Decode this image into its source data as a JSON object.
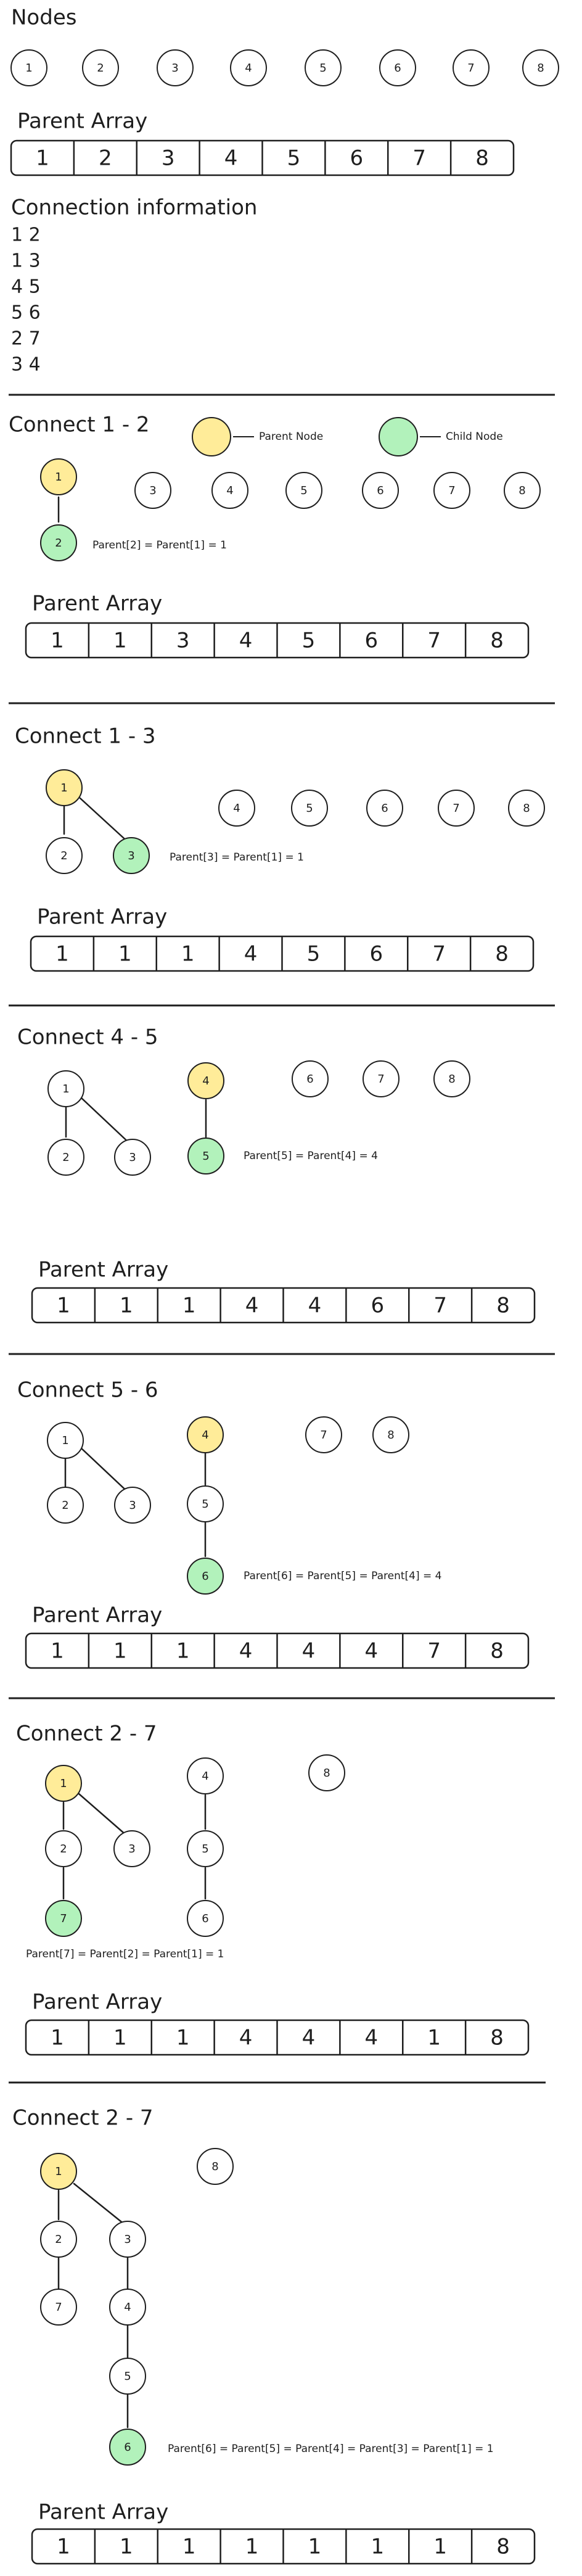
{
  "nodes_section": {
    "title": "Nodes",
    "nodes": [
      "1",
      "2",
      "3",
      "4",
      "5",
      "6",
      "7",
      "8"
    ]
  },
  "parent_array_label": "Parent Array",
  "initial_parent_array": [
    "1",
    "2",
    "3",
    "4",
    "5",
    "6",
    "7",
    "8"
  ],
  "connection_info": {
    "title": "Connection information",
    "lines": [
      "1 2",
      "1 3",
      "4 5",
      "5 6",
      "2 7",
      "3 4"
    ]
  },
  "legend": {
    "parent": "Parent Node",
    "child": "Child Node"
  },
  "colors": {
    "parent": "#ffec99",
    "child": "#b2f2bb",
    "stroke": "#1e1e1e",
    "fill": "#ffffff"
  },
  "steps": [
    {
      "title": "Connect 1 - 2",
      "note": "Parent[2] = Parent[1] = 1",
      "parent_array": [
        "1",
        "1",
        "3",
        "4",
        "5",
        "6",
        "7",
        "8"
      ],
      "nodes": [
        {
          "label": "1",
          "state": "parent"
        },
        {
          "label": "2",
          "state": "child"
        },
        {
          "label": "3",
          "state": "none"
        },
        {
          "label": "4",
          "state": "none"
        },
        {
          "label": "5",
          "state": "none"
        },
        {
          "label": "6",
          "state": "none"
        },
        {
          "label": "7",
          "state": "none"
        },
        {
          "label": "8",
          "state": "none"
        }
      ]
    },
    {
      "title": "Connect 1 - 3",
      "note": "Parent[3] = Parent[1] = 1",
      "parent_array": [
        "1",
        "1",
        "1",
        "4",
        "5",
        "6",
        "7",
        "8"
      ],
      "nodes": [
        {
          "label": "1",
          "state": "parent"
        },
        {
          "label": "2",
          "state": "none"
        },
        {
          "label": "3",
          "state": "child"
        },
        {
          "label": "4",
          "state": "none"
        },
        {
          "label": "5",
          "state": "none"
        },
        {
          "label": "6",
          "state": "none"
        },
        {
          "label": "7",
          "state": "none"
        },
        {
          "label": "8",
          "state": "none"
        }
      ]
    },
    {
      "title": "Connect 4 - 5",
      "note": "Parent[5] = Parent[4] = 4",
      "parent_array": [
        "1",
        "1",
        "1",
        "4",
        "4",
        "6",
        "7",
        "8"
      ],
      "nodes": [
        {
          "label": "1",
          "state": "none"
        },
        {
          "label": "2",
          "state": "none"
        },
        {
          "label": "3",
          "state": "none"
        },
        {
          "label": "4",
          "state": "parent"
        },
        {
          "label": "5",
          "state": "child"
        },
        {
          "label": "6",
          "state": "none"
        },
        {
          "label": "7",
          "state": "none"
        },
        {
          "label": "8",
          "state": "none"
        }
      ]
    },
    {
      "title": "Connect 5 - 6",
      "note": "Parent[6] = Parent[5] = Parent[4] = 4",
      "parent_array": [
        "1",
        "1",
        "1",
        "4",
        "4",
        "4",
        "7",
        "8"
      ],
      "nodes": [
        {
          "label": "1",
          "state": "none"
        },
        {
          "label": "2",
          "state": "none"
        },
        {
          "label": "3",
          "state": "none"
        },
        {
          "label": "4",
          "state": "parent"
        },
        {
          "label": "5",
          "state": "none"
        },
        {
          "label": "6",
          "state": "child"
        },
        {
          "label": "7",
          "state": "none"
        },
        {
          "label": "8",
          "state": "none"
        }
      ]
    },
    {
      "title": "Connect 2 - 7",
      "note": "Parent[7] = Parent[2] = Parent[1] = 1",
      "parent_array": [
        "1",
        "1",
        "1",
        "4",
        "4",
        "4",
        "1",
        "8"
      ],
      "nodes": [
        {
          "label": "1",
          "state": "parent"
        },
        {
          "label": "2",
          "state": "none"
        },
        {
          "label": "3",
          "state": "none"
        },
        {
          "label": "7",
          "state": "child"
        },
        {
          "label": "4",
          "state": "none"
        },
        {
          "label": "5",
          "state": "none"
        },
        {
          "label": "6",
          "state": "none"
        },
        {
          "label": "8",
          "state": "none"
        }
      ]
    },
    {
      "title": "Connect 2 - 7",
      "note": "Parent[6] = Parent[5] = Parent[4] = Parent[3] = Parent[1] = 1",
      "parent_array": [
        "1",
        "1",
        "1",
        "1",
        "1",
        "1",
        "1",
        "8"
      ],
      "nodes": [
        {
          "label": "1",
          "state": "parent"
        },
        {
          "label": "8",
          "state": "none"
        },
        {
          "label": "2",
          "state": "none"
        },
        {
          "label": "3",
          "state": "none"
        },
        {
          "label": "7",
          "state": "none"
        },
        {
          "label": "4",
          "state": "none"
        },
        {
          "label": "5",
          "state": "none"
        },
        {
          "label": "6",
          "state": "child"
        }
      ]
    }
  ]
}
